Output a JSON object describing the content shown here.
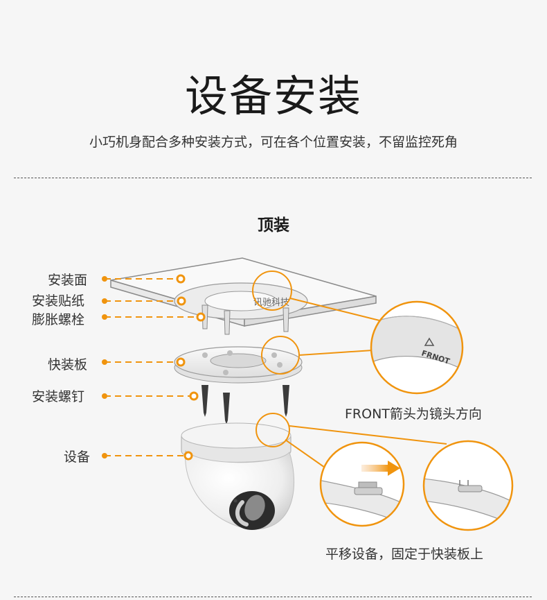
{
  "header": {
    "title": "设备安装",
    "subtitle": "小巧机身配合多种安装方式，可在各个位置安装，不留监控死角"
  },
  "section": {
    "title": "顶装"
  },
  "labels": {
    "mount_surface": "安装面",
    "sticker": "安装贴纸",
    "anchor_bolt": "膨胀螺栓",
    "quick_plate": "快装板",
    "screw": "安装螺钉",
    "device": "设备"
  },
  "captions": {
    "front_arrow": "FRONT箭头为镜头方向",
    "slide": "平移设备，固定于快装板上"
  },
  "watermark": "讯驰科技",
  "plate_marking": "FRNOT",
  "colors": {
    "accent": "#f0940e",
    "background": "#f6f6f6",
    "line": "#8a8a8a"
  }
}
